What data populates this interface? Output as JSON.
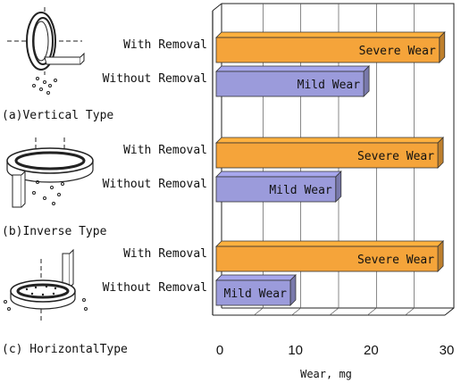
{
  "chart_data": {
    "type": "bar",
    "orientation": "horizontal",
    "xlabel": "Wear, mg",
    "xlim": [
      0,
      30
    ],
    "xticks": [
      0,
      10,
      20,
      30
    ],
    "grid": true,
    "groups": [
      {
        "caption": "(a)Vertical Type",
        "bars": [
          {
            "category": "With Removal",
            "value": 29.5,
            "label": "Severe Wear",
            "color": "#f5a43a"
          },
          {
            "category": "Without Removal",
            "value": 19.5,
            "label": "Mild Wear",
            "color": "#9b9bdb"
          }
        ]
      },
      {
        "caption": "(b)Inverse Type",
        "bars": [
          {
            "category": "With Removal",
            "value": 29.3,
            "label": "Severe Wear",
            "color": "#f5a43a"
          },
          {
            "category": "Without Removal",
            "value": 15.8,
            "label": "Mild Wear",
            "color": "#9b9bdb"
          }
        ]
      },
      {
        "caption": "(c) HorizontalType",
        "bars": [
          {
            "category": "With Removal",
            "value": 29.3,
            "label": "Severe Wear",
            "color": "#f5a43a"
          },
          {
            "category": "Without Removal",
            "value": 9.8,
            "label": "Mild Wear",
            "color": "#9b9bdb"
          }
        ]
      }
    ]
  }
}
